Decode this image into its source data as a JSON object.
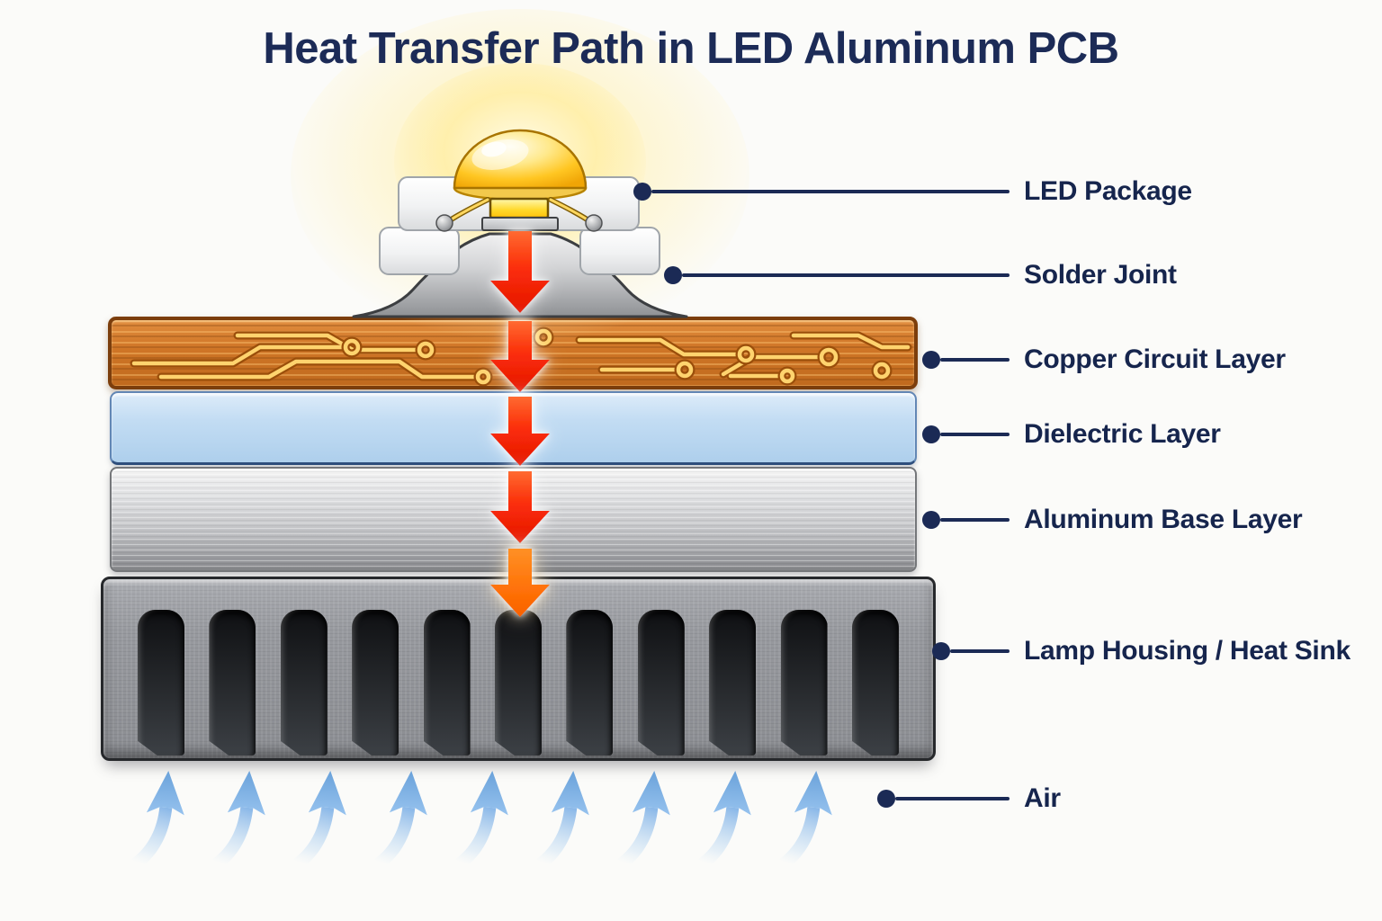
{
  "title": "Heat Transfer Path in LED Aluminum PCB",
  "callouts": [
    {
      "id": "led-package",
      "text": "LED Package"
    },
    {
      "id": "solder-joint",
      "text": "Solder Joint"
    },
    {
      "id": "copper-circuit",
      "text": "Copper Circuit Layer"
    },
    {
      "id": "dielectric",
      "text": "Dielectric Layer"
    },
    {
      "id": "aluminum-base",
      "text": "Aluminum Base Layer"
    },
    {
      "id": "lamp-housing",
      "text": "Lamp Housing / Heat Sink"
    },
    {
      "id": "air",
      "text": "Air"
    }
  ],
  "diagram": {
    "heat_arrow_count": 5,
    "air_arrow_count": 9,
    "heatsink_groove_count": 11,
    "colors": {
      "label_navy": "#1b2a55",
      "heat_arrow_red": "#fb2e08",
      "heat_arrow_orange": "#ff7107",
      "copper_layer": "#cf7526",
      "trace_gold": "#ffd36e",
      "dielectric_blue": "#c2dcf3",
      "aluminum_silver": "#d2d3d4",
      "heatsink_gray": "#97999e",
      "air_blue": "#84b4e7",
      "led_dome_gold": "#ffc622"
    }
  }
}
